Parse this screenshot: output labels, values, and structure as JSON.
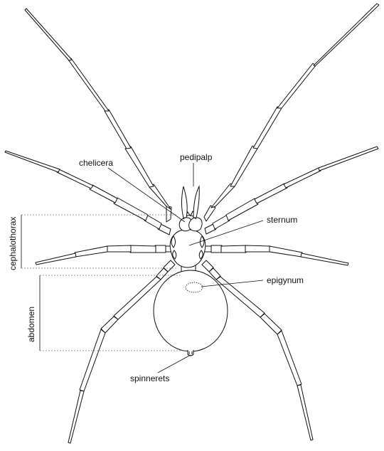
{
  "labels": {
    "chelicera": "chelicera",
    "pedipalp": "pedipalp",
    "sternum": "sternum",
    "epigynum": "epigynum",
    "spinnerets": "spinnerets",
    "cephalothorax": "cephalothorax",
    "abdomen": "abdomen"
  },
  "colors": {
    "line": "#111111",
    "guide": "#777777",
    "background": "#ffffff"
  }
}
